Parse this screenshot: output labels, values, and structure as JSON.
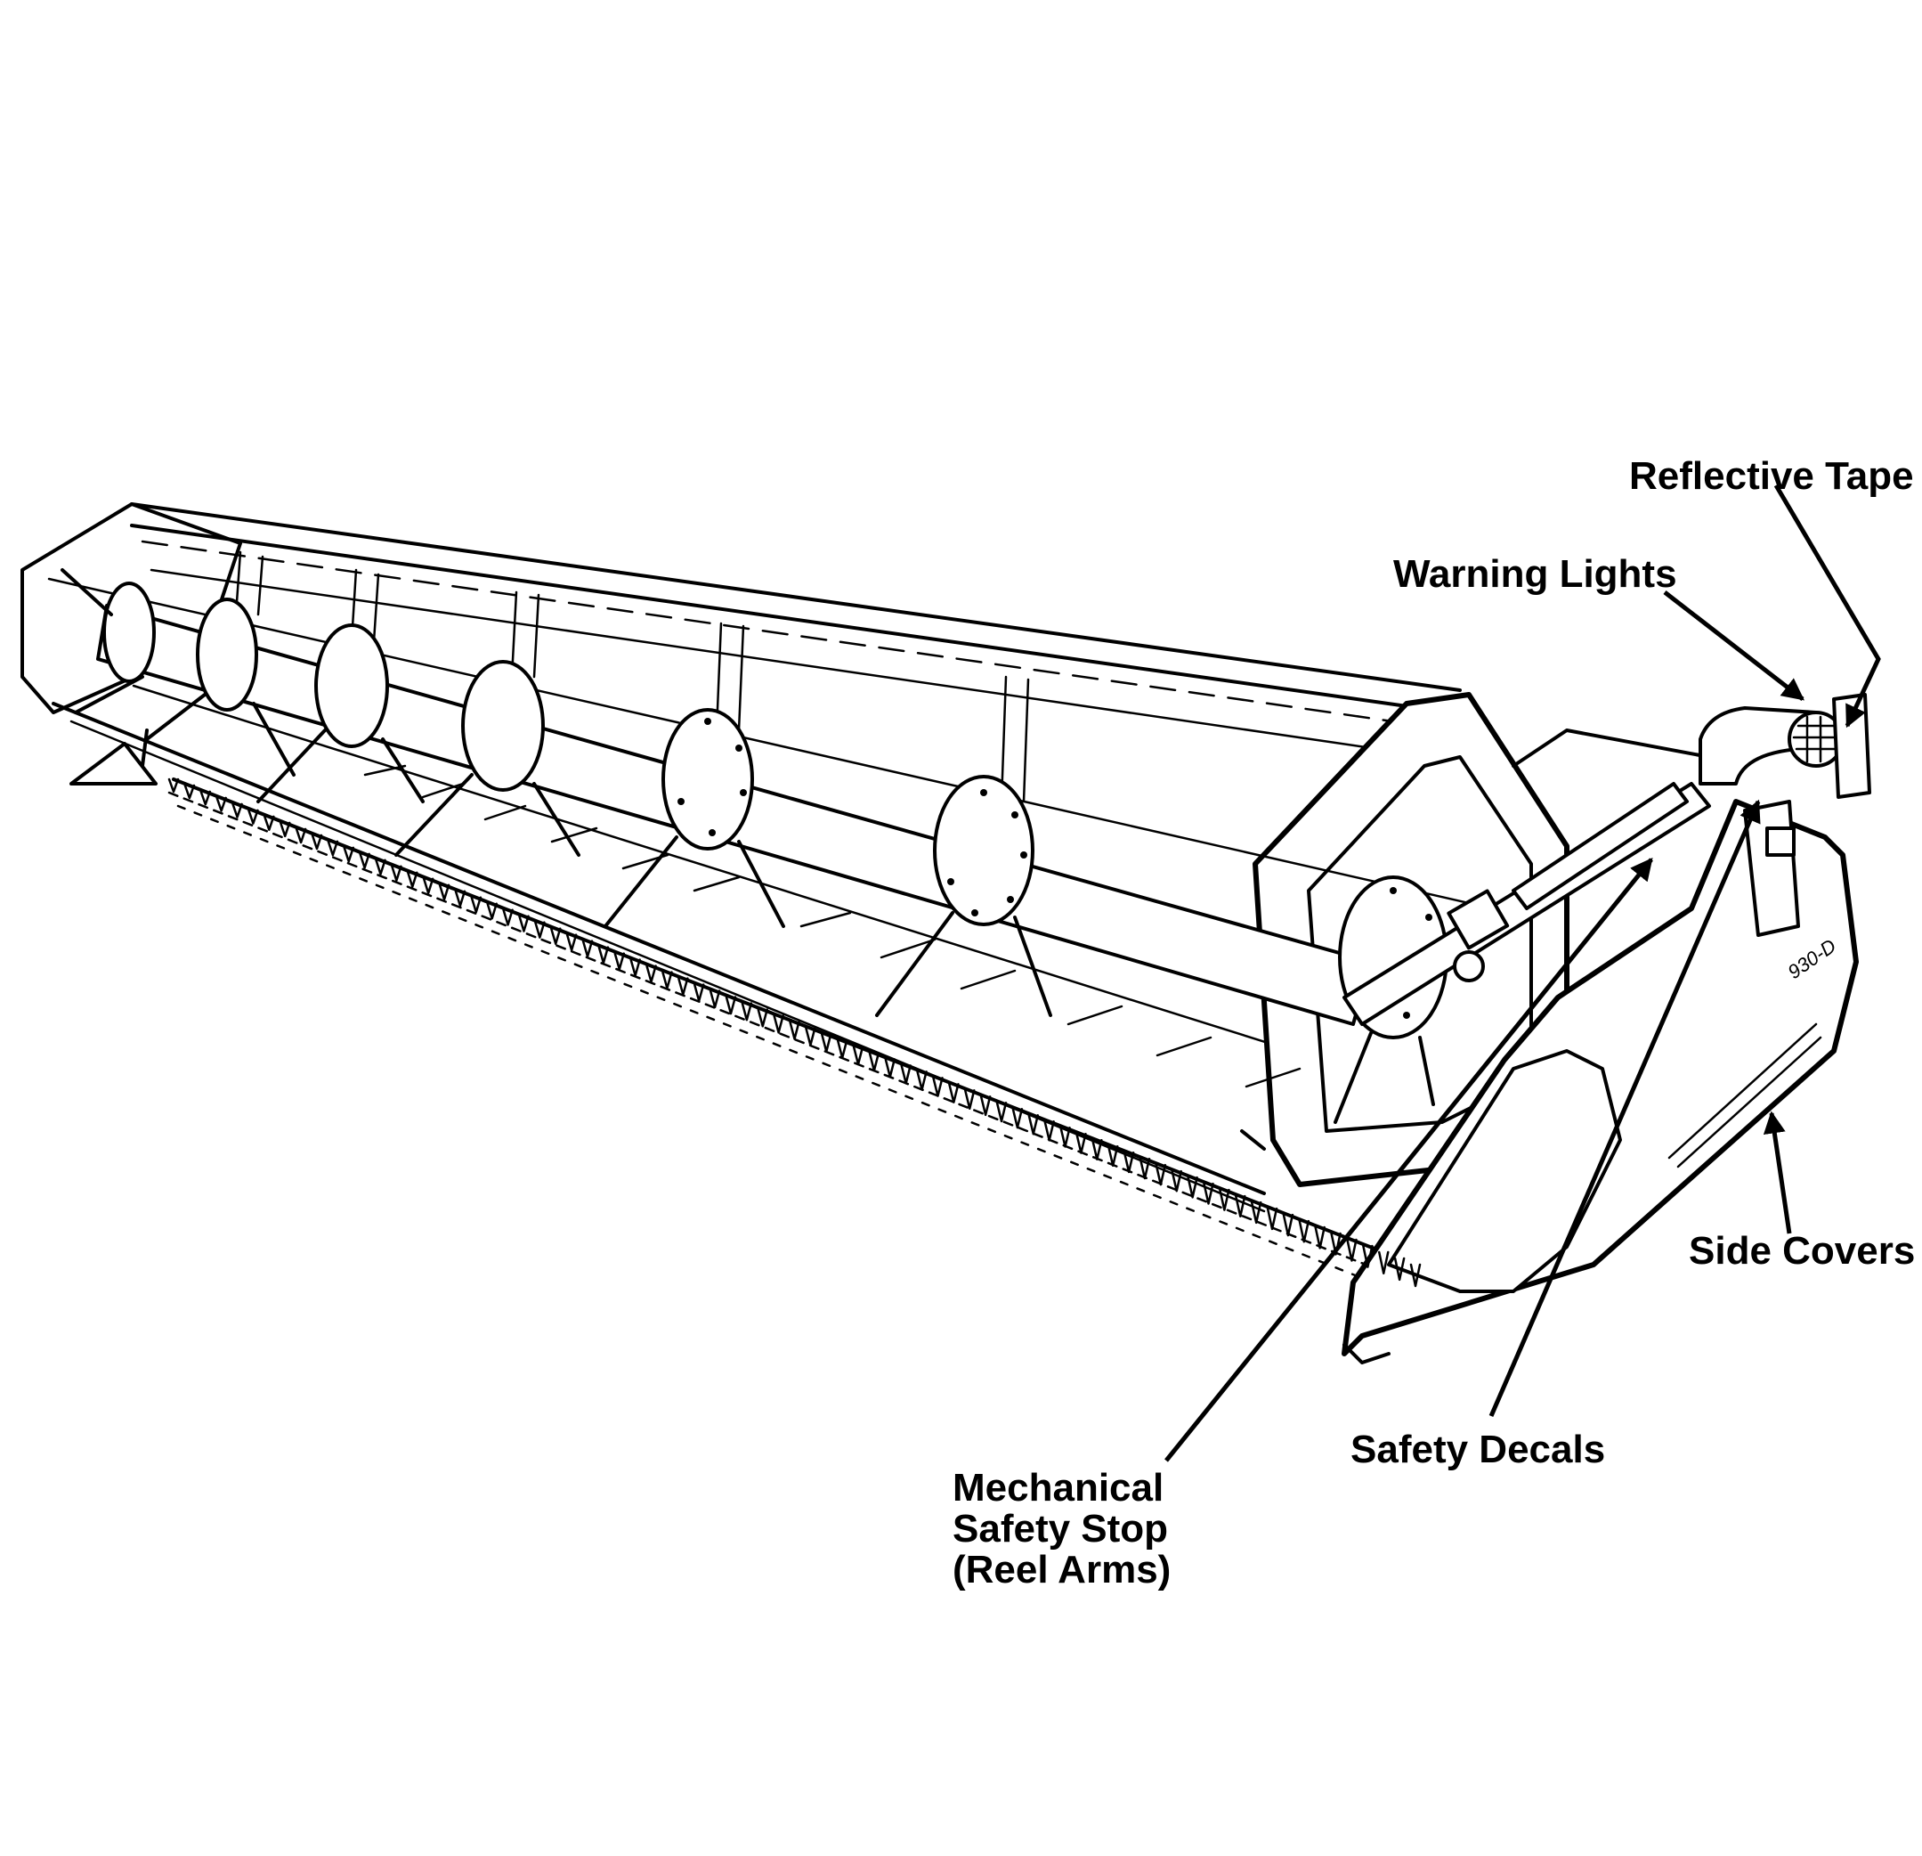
{
  "labels": {
    "reflective_tape": "Reflective Tape",
    "warning_lights": "Warning Lights",
    "side_covers": "Side Covers",
    "safety_decals": "Safety Decals",
    "mech_line1": "Mechanical",
    "mech_line2": "Safety Stop",
    "mech_line3": "(Reel Arms)"
  },
  "model_mark": "930-D",
  "colors": {
    "ink": "#000000",
    "paper": "#ffffff"
  }
}
